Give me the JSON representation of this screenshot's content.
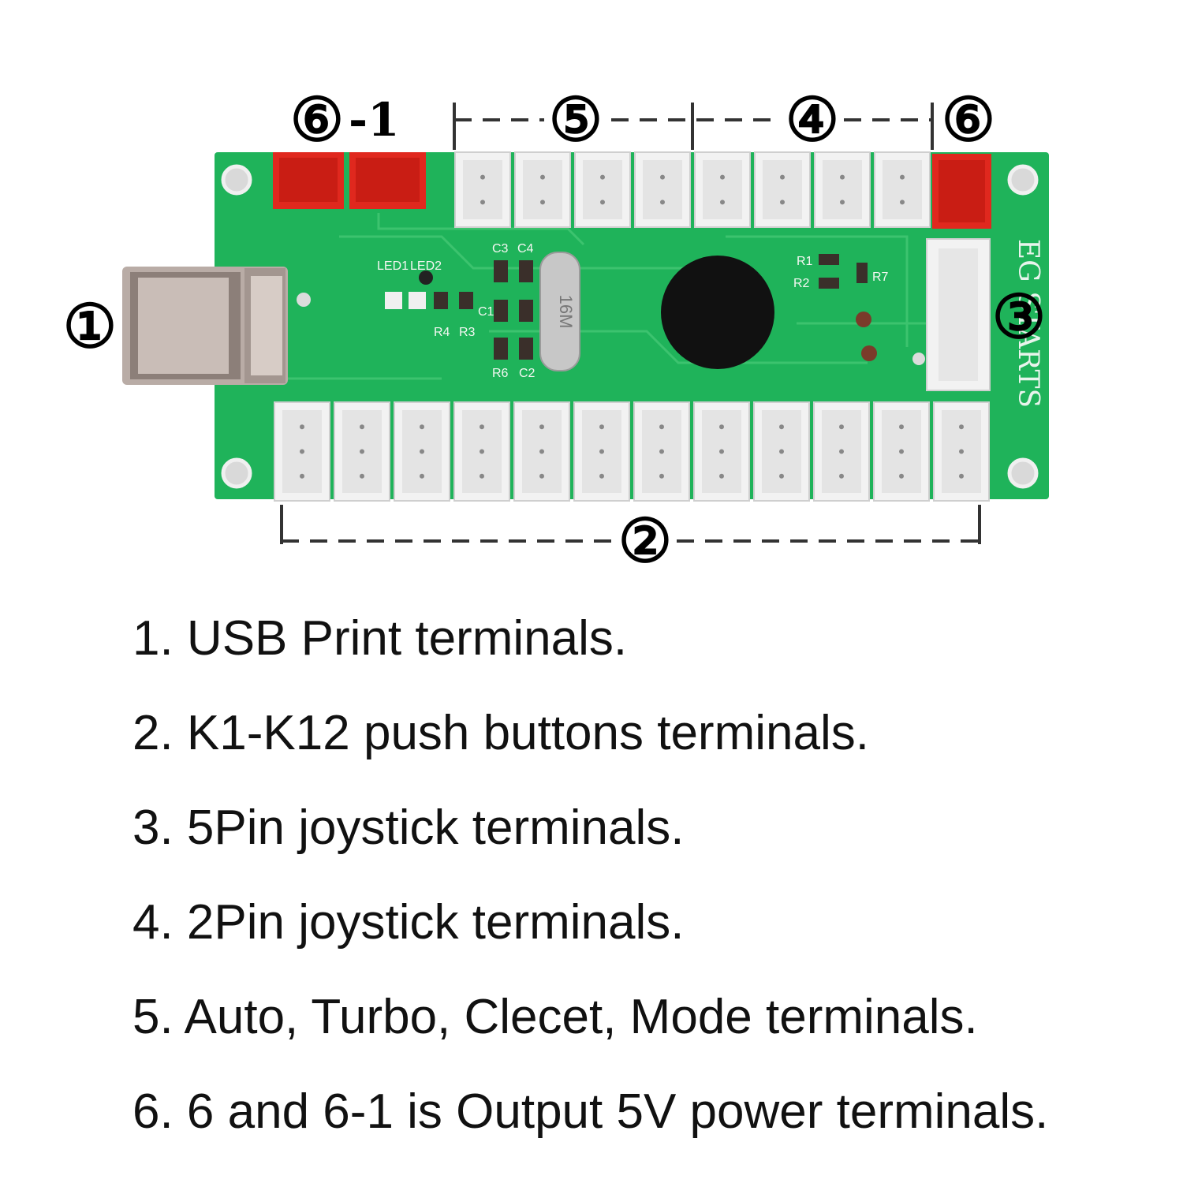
{
  "callouts": {
    "c1": "①",
    "c2": "②",
    "c3": "③",
    "c4": "④",
    "c5": "⑤",
    "c6": "⑥",
    "c6_1_circle": "⑥",
    "c6_1_suffix": "-1"
  },
  "board": {
    "silk_brand": "EG STARTS",
    "silk_led1": "LED1",
    "silk_led2": "LED2",
    "silk_r1": "R1",
    "silk_r2": "R2",
    "silk_r3": "R3",
    "silk_r4": "R4",
    "silk_r6": "R6",
    "silk_r7": "R7",
    "silk_c1": "C1",
    "silk_c2": "C2",
    "silk_c3": "C3",
    "silk_c4": "C4",
    "crystal": "16M"
  },
  "legend": [
    "1. USB Print terminals.",
    "2. K1-K12 push buttons terminals.",
    "3. 5Pin joystick terminals.",
    "4. 2Pin joystick terminals.",
    "5. Auto, Turbo, Clecet, Mode terminals.",
    "6. 6 and 6-1 is Output 5V power terminals."
  ],
  "colors": {
    "pcb": "#1fb35a",
    "connector_white": "#f2f2f2",
    "connector_red": "#e0281e",
    "chip_blob": "#111111"
  }
}
